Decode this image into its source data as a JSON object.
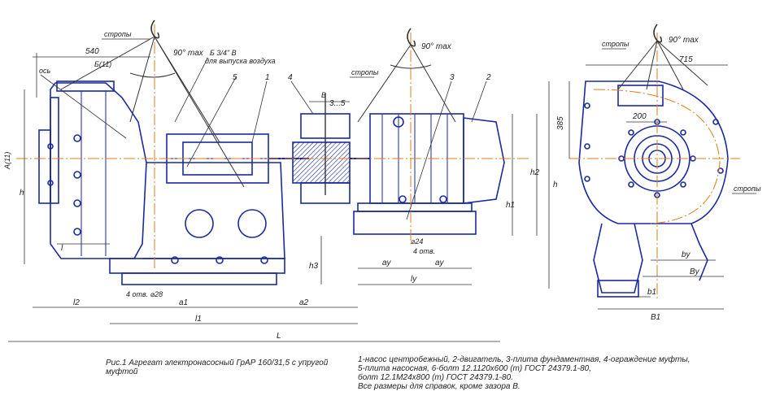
{
  "caption": {
    "title": "Рис.1 Агрегат электронасосный ГрАР 160/31,5 с упругой муфтой",
    "notes": [
      "1-насос центробежный, 2-двигатель, 3-плита фундаментная, 4-ограждение муфты,",
      "5-плита насосная, 6-болт 12.1120х600 (m) ГОСТ 24379.1-80,",
      "болт 12.1М24х800 (m) ГОСТ 24379.1-80.",
      "Все размеры для справок, кроме зазора B."
    ]
  },
  "callouts": {
    "pump": "1",
    "motor": "2",
    "base_frame": "3",
    "guard": "4",
    "pump_plate": "5",
    "sling_1": "стропы",
    "sling_2": "стропы",
    "sling_3": "стропы",
    "sling_4": "стропы",
    "axis": "ось",
    "gauge_note_1": "Б 3/4\" В",
    "gauge_note_2": "для выпуска воздуха",
    "angle_1": "90° max",
    "angle_2": "90° max",
    "angle_3": "90° max",
    "gap": "3...5",
    "gap_letter": "B"
  },
  "dimensions": {
    "width_540": "540",
    "width_715": "715",
    "height_385": "385",
    "width_200": "200",
    "port_b": "Б(11)",
    "port_a": "А(11)",
    "h": "h",
    "h_right": "h",
    "h1": "h1",
    "h2": "h2",
    "h3": "h3",
    "l": "l",
    "L": "L",
    "l1": "l1",
    "l2": "l2",
    "ly": "ly",
    "a1": "a1",
    "a2": "a2",
    "ay_1": "ay",
    "ay_2": "ay",
    "hole_24": "⌀24",
    "holes_4_a": "4 отв.",
    "holes_28": "4 отв. ⌀28",
    "by": "by",
    "By": "By",
    "b1": "b1",
    "B1": "B1"
  }
}
